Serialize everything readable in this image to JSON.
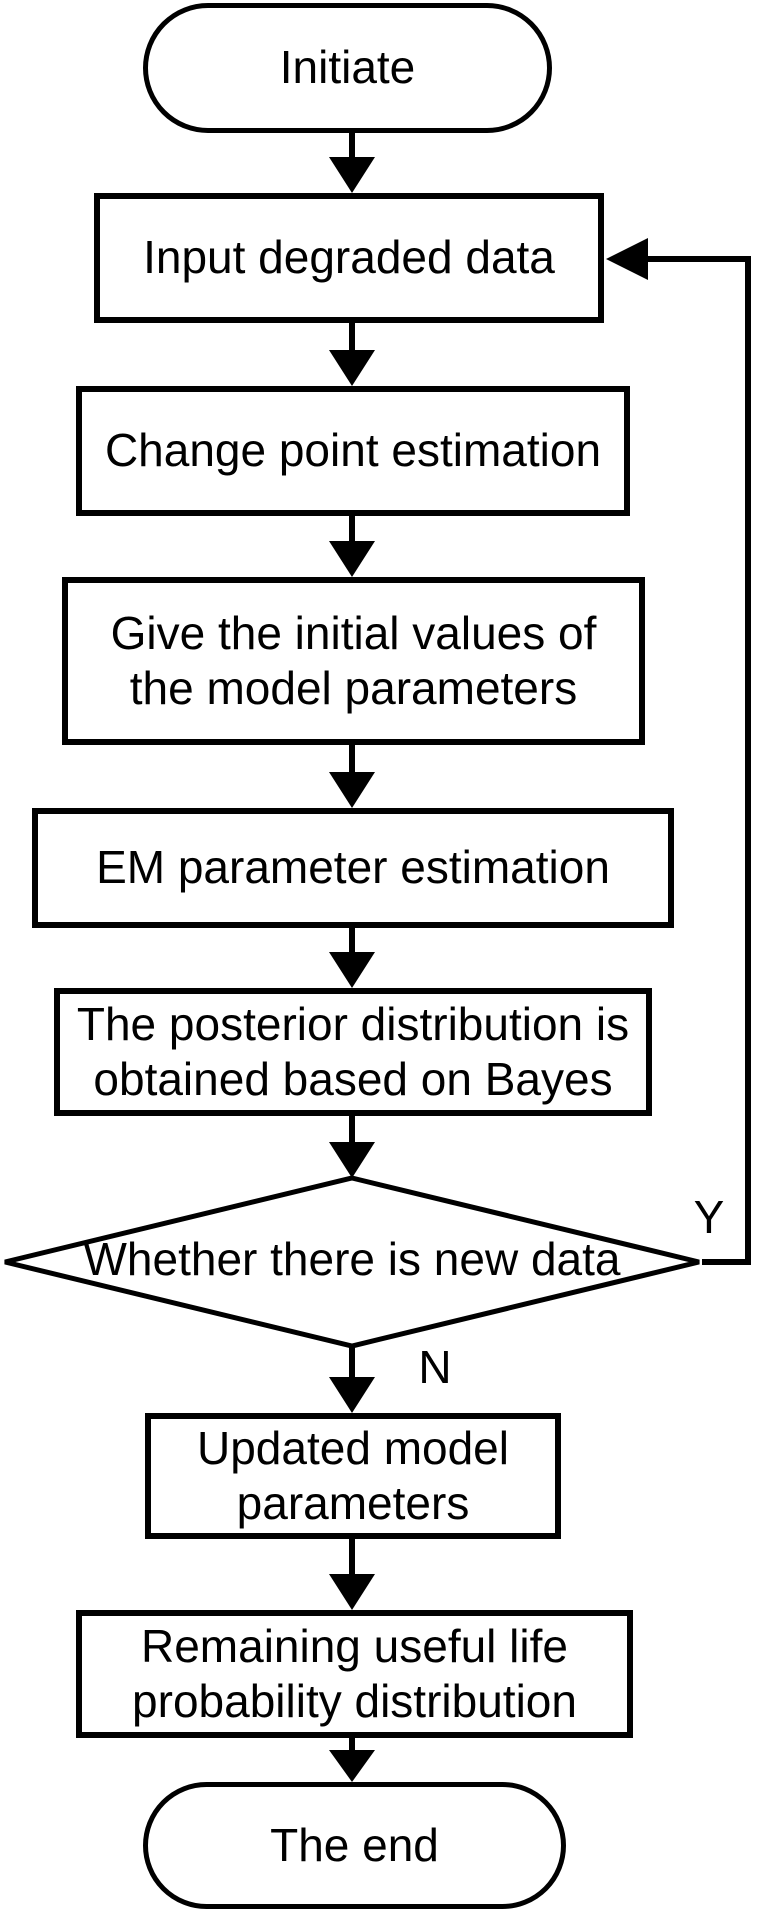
{
  "flowchart": {
    "background_color": "#ffffff",
    "stroke_color": "#000000",
    "nodes": {
      "start": {
        "shape": "terminator",
        "label": "Initiate"
      },
      "input": {
        "shape": "process",
        "label": "Input degraded data"
      },
      "change_point": {
        "shape": "process",
        "label": "Change point estimation"
      },
      "initial_values": {
        "shape": "process",
        "line1": "Give the initial values of",
        "line2": "the model parameters"
      },
      "em_estimation": {
        "shape": "process",
        "label": "EM parameter estimation"
      },
      "posterior": {
        "shape": "process",
        "line1": "The posterior distribution is",
        "line2": "obtained based on Bayes"
      },
      "decision": {
        "shape": "decision",
        "label": "Whether there is new data"
      },
      "updated_params": {
        "shape": "process",
        "line1": "Updated model",
        "line2": "parameters"
      },
      "rul": {
        "shape": "process",
        "line1": "Remaining useful life",
        "line2": "probability distribution"
      },
      "end": {
        "shape": "terminator",
        "label": "The end"
      }
    },
    "branch_labels": {
      "yes": "Y",
      "no": "N"
    }
  }
}
